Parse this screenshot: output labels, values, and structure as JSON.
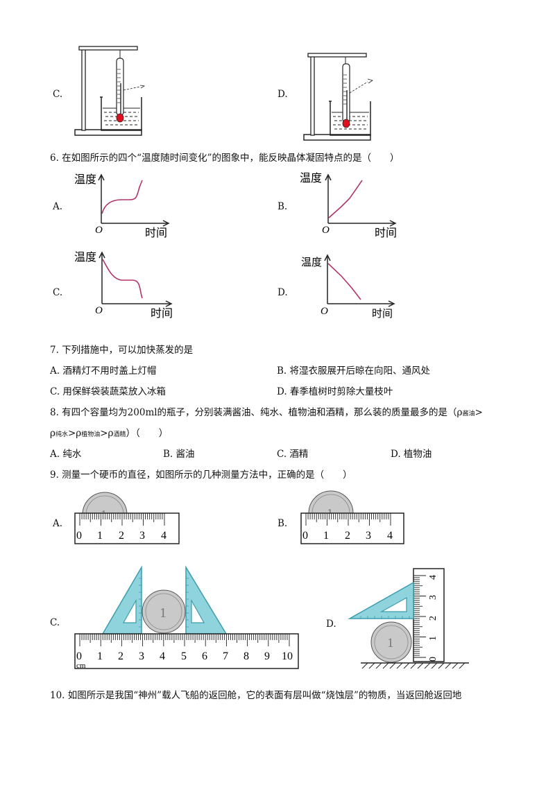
{
  "opt_labels": {
    "A": "A.",
    "B": "B.",
    "C": "C.",
    "D": "D."
  },
  "q6": {
    "stem": "6. 在如图所示的四个“温度随时间变化”的图象中，能反映晶体凝固特点的是（　　）",
    "y_axis": "温度",
    "x_axis": "时间",
    "origin": "O"
  },
  "q7": {
    "stem": "7. 下列措施中，可以加快蒸发的是",
    "options": {
      "A": "A. 酒精灯不用时盖上灯帽",
      "B": "B. 将湿衣服展开后晾在向阳、通风处",
      "C": "C. 用保鲜袋装蔬菜放入冰箱",
      "D": "D. 春季植树时剪除大量枝叶"
    }
  },
  "q8": {
    "stem_line1": "8. 有四个容量均为200ml的瓶子，分别装满酱油、纯水、植物油和酒精，那么装的质量最多的是（ρ",
    "sub_soy": "酱油",
    "gt": ">",
    "rho": "ρ",
    "sub_water": "纯水",
    "sub_veg": "植物油",
    "sub_alc": "酒精",
    "paren": "）（　　）",
    "options": {
      "A": "A. 纯水",
      "B": "B. 酱油",
      "C": "C. 酒精",
      "D": "D. 植物油"
    }
  },
  "q9": {
    "stem": "9. 测量一个硬币的直径，如图所示的几种测量方法中，正确的是（　　）",
    "ruler_short_ticks": [
      "0",
      "1",
      "2",
      "3",
      "4"
    ],
    "ruler_long_ticks": [
      "0",
      "1",
      "2",
      "3",
      "4",
      "5",
      "6",
      "7",
      "8",
      "9",
      "10"
    ],
    "ruler_unit": "cm",
    "coin_digit": "1"
  },
  "q10": {
    "stem": "10. 如图所示是我国“神州”载人飞船的返回舱，它的表面有层叫做“烧蚀层”的物质，当返回舱返回地"
  },
  "colors": {
    "curve": "#b0336a",
    "liquid_red": "#e0101c",
    "triangle_fill": "#8fd3dc",
    "triangle_stroke": "#3a9db0",
    "coin": "#c9c9c9"
  }
}
